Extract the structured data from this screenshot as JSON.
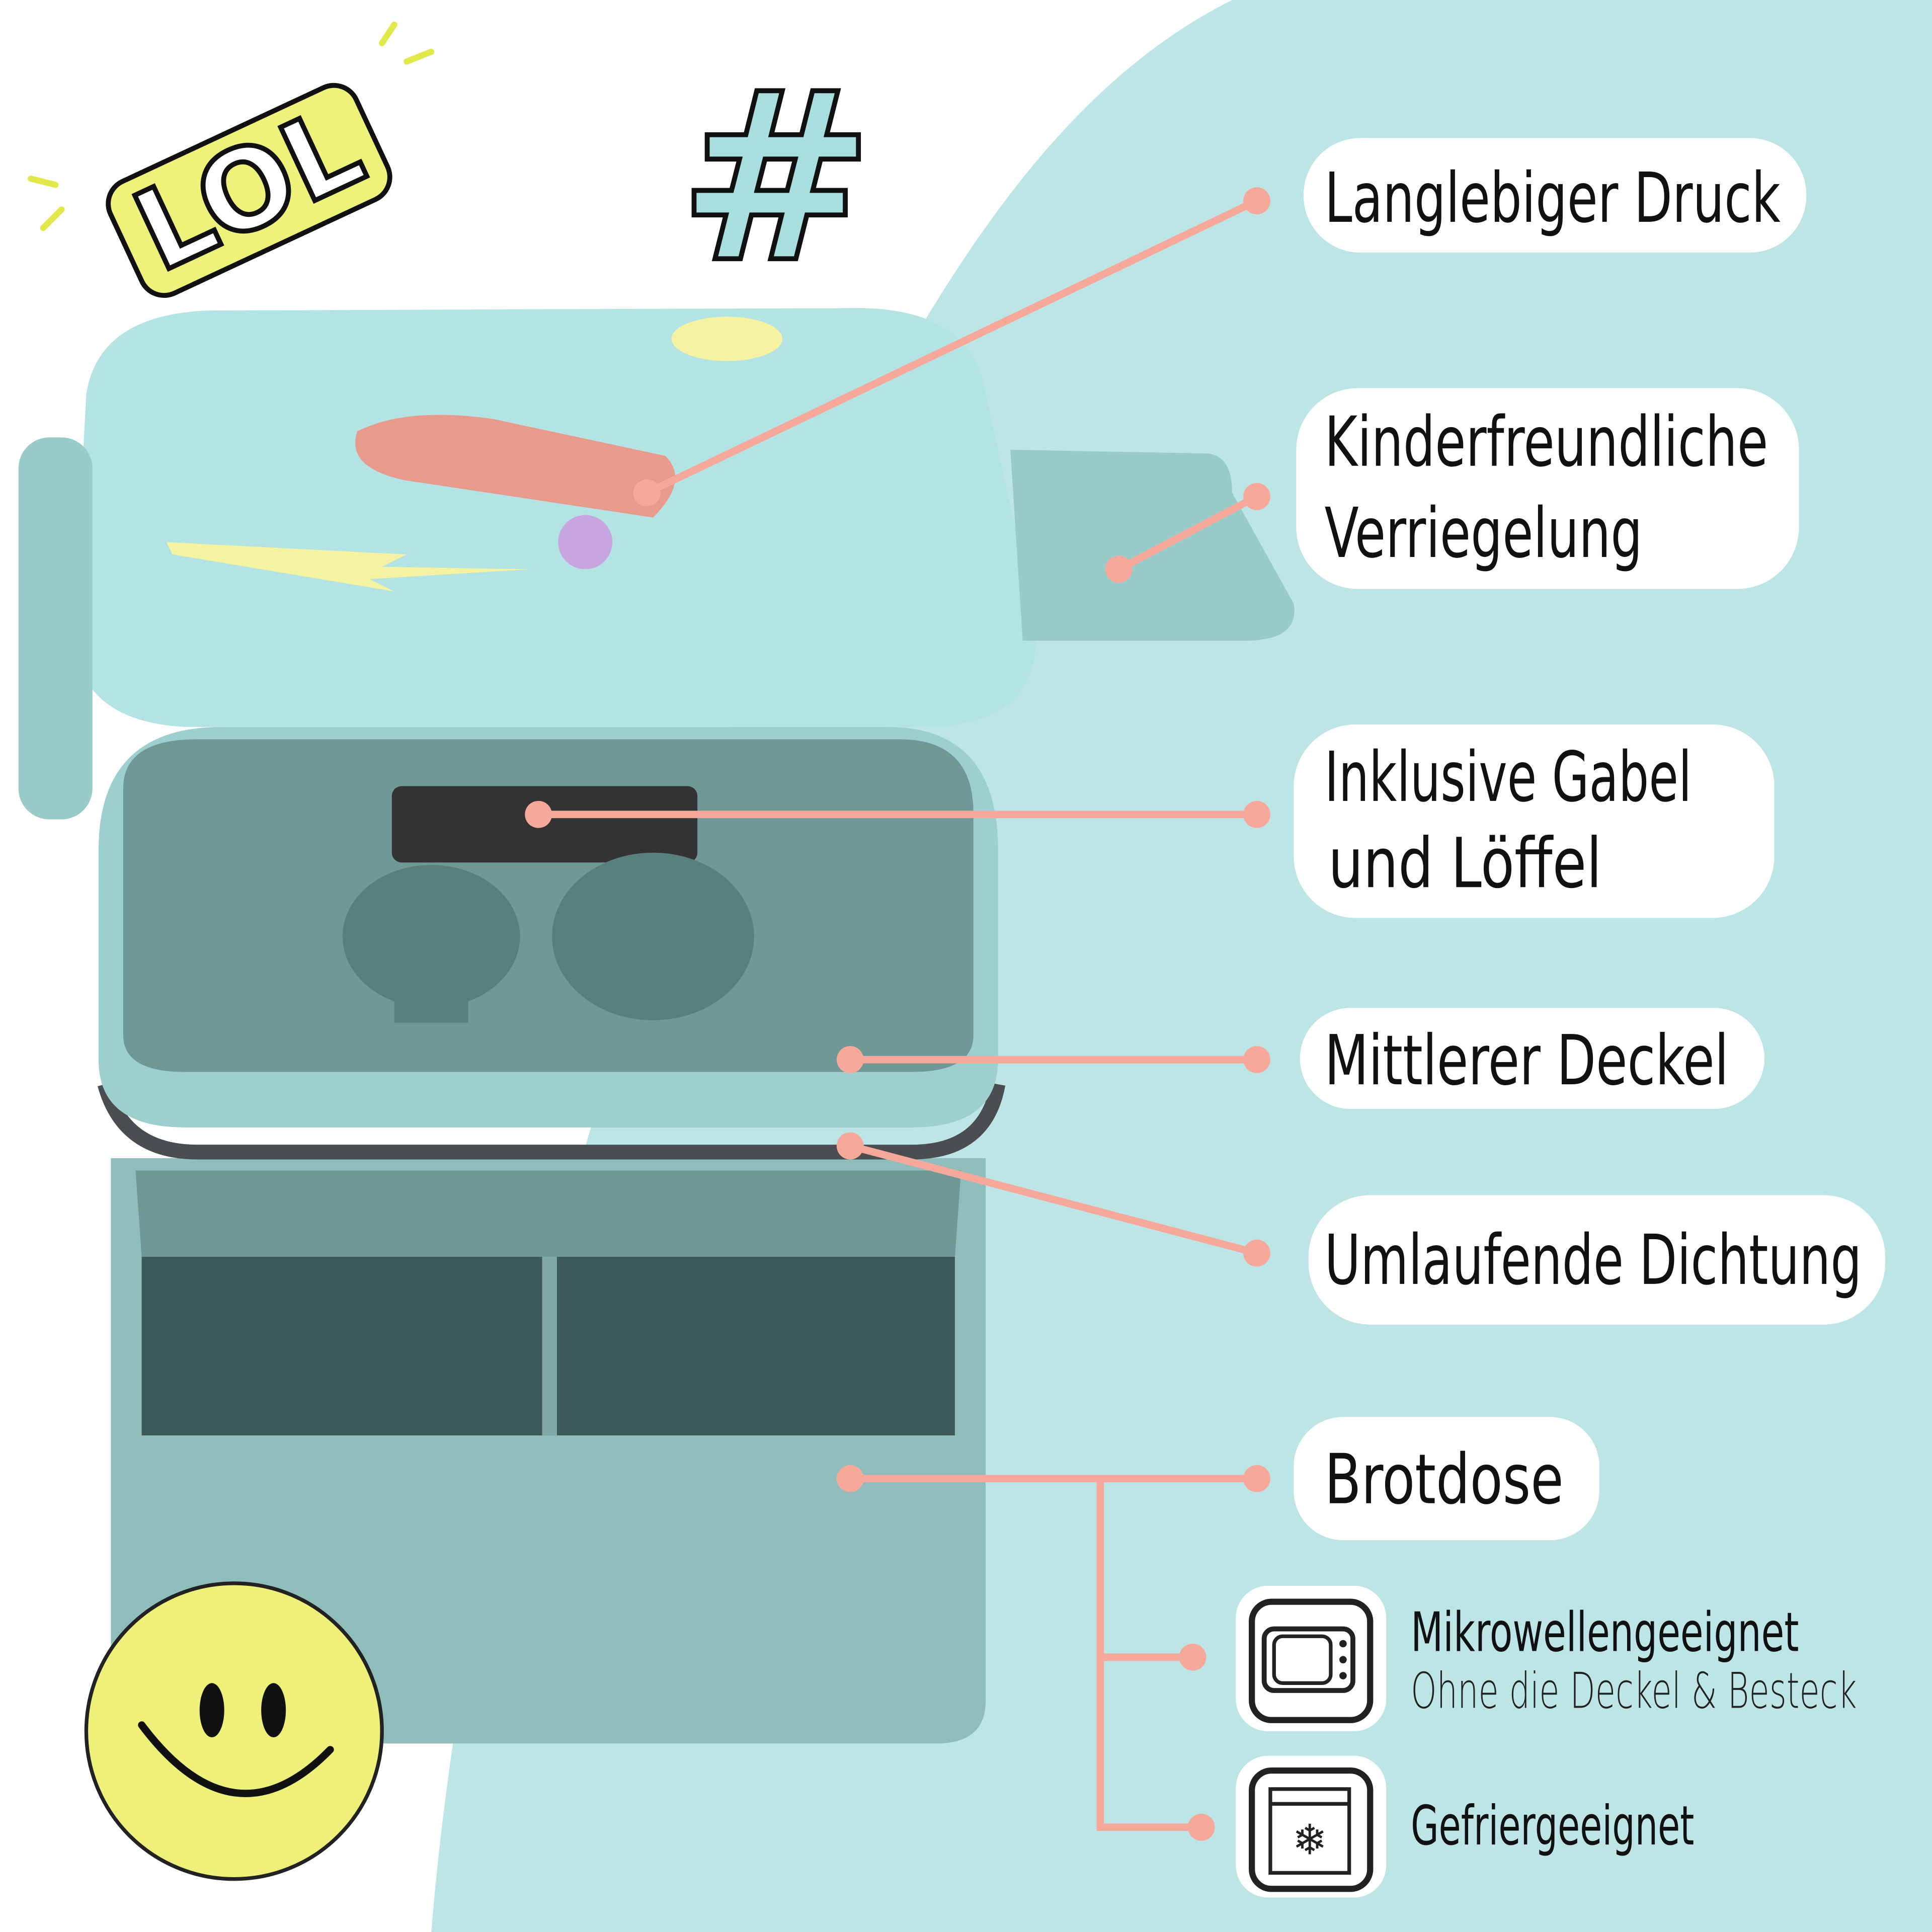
{
  "colors": {
    "background": "#ffffff",
    "teal_area": "#bde5e5",
    "box_teal": "#8fbdbb",
    "lid_teal": "#b4e3e3",
    "connector": "#f6a99a",
    "pill": "#ffffff",
    "text": "#111111"
  },
  "decorations": {
    "lol_sticker": "LOL",
    "hashtag_sticker": "#",
    "smiley": "smiley-face"
  },
  "features": [
    {
      "label": "Langlebiger Druck"
    },
    {
      "label_line1": "Kinderfreundliche",
      "label_line2": "Verriegelung"
    },
    {
      "label_line1": "Inklusive Gabel",
      "label_line2": "und Löffel"
    },
    {
      "label": "Mittlerer Deckel"
    },
    {
      "label": "Umlaufende Dichtung"
    },
    {
      "label": "Brotdose"
    }
  ],
  "properties": [
    {
      "icon": "microwave-icon",
      "title": "Mikrowellengeeignet",
      "subtitle": "Ohne die Deckel & Besteck"
    },
    {
      "icon": "freezer-icon",
      "title": "Gefriergeeignet"
    }
  ]
}
